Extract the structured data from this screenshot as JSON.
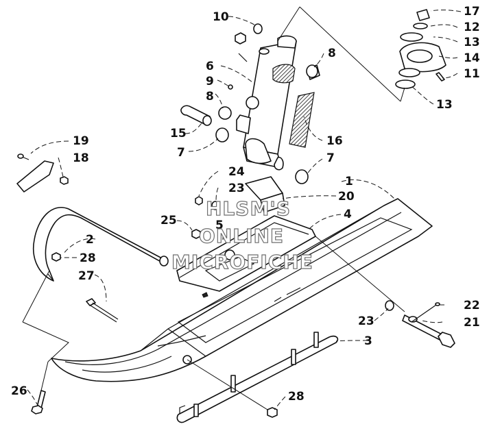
{
  "callouts": {
    "c1": "1",
    "c2": "2",
    "c3": "3",
    "c4": "4",
    "c5": "5",
    "c6": "6",
    "c7a": "7",
    "c7b": "7",
    "c8a": "8",
    "c8b": "8",
    "c9": "9",
    "c10": "10",
    "c11": "11",
    "c12": "12",
    "c13a": "13",
    "c13b": "13",
    "c14": "14",
    "c15": "15",
    "c16": "16",
    "c17": "17",
    "c18": "18",
    "c19": "19",
    "c20": "20",
    "c21": "21",
    "c22": "22",
    "c23a": "23",
    "c23b": "23",
    "c24": "24",
    "c25": "25",
    "c26": "26",
    "c27": "27",
    "c28a": "28",
    "c28b": "28"
  },
  "watermark": {
    "line1": "HLSM'S",
    "line2": "ONLINE",
    "line3": "MICROFICHE"
  }
}
